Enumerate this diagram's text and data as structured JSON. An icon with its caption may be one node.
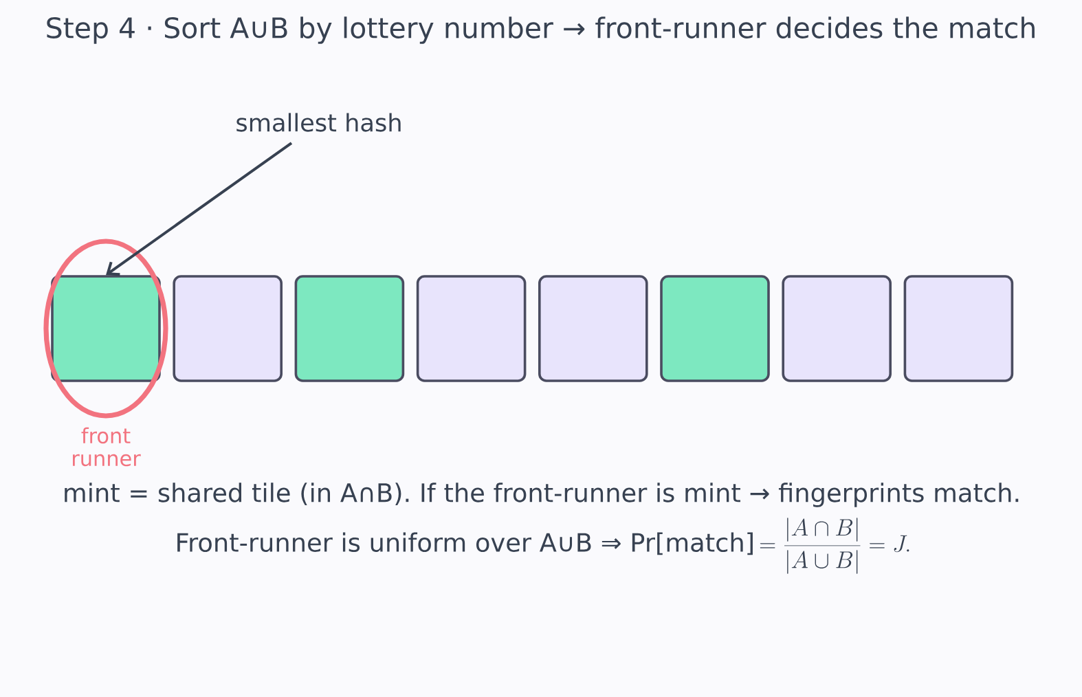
{
  "diagram": {
    "title": "Step 4  ·  Sort A∪B by lottery number → front-runner decides the match",
    "nodes": [
      {
        "text": [
          "smallest hash"
        ]
      },
      {
        "text": [],
        "shape": "box",
        "beside": [
          "front runner"
        ]
      },
      {
        "text": [],
        "shape": "box"
      },
      {
        "text": [],
        "shape": "box"
      },
      {
        "text": [],
        "shape": "box"
      },
      {
        "text": [],
        "shape": "box"
      },
      {
        "text": [],
        "shape": "box"
      },
      {
        "text": [],
        "shape": "box"
      },
      {
        "text": [],
        "shape": "box"
      }
    ],
    "edges": [
      {
        "from": 0,
        "to": 1,
        "arrow": "to"
      }
    ],
    "labels": [
      "mint = shared tile (in A∩B).  If the front-runner is mint → fingerprints match.",
      "Front-runner is uniform over A∪B ⇒ Pr[match]",
      "=\\frac{|A\\cap B|}{|A\\cup B|}=J."
    ]
  }
}
